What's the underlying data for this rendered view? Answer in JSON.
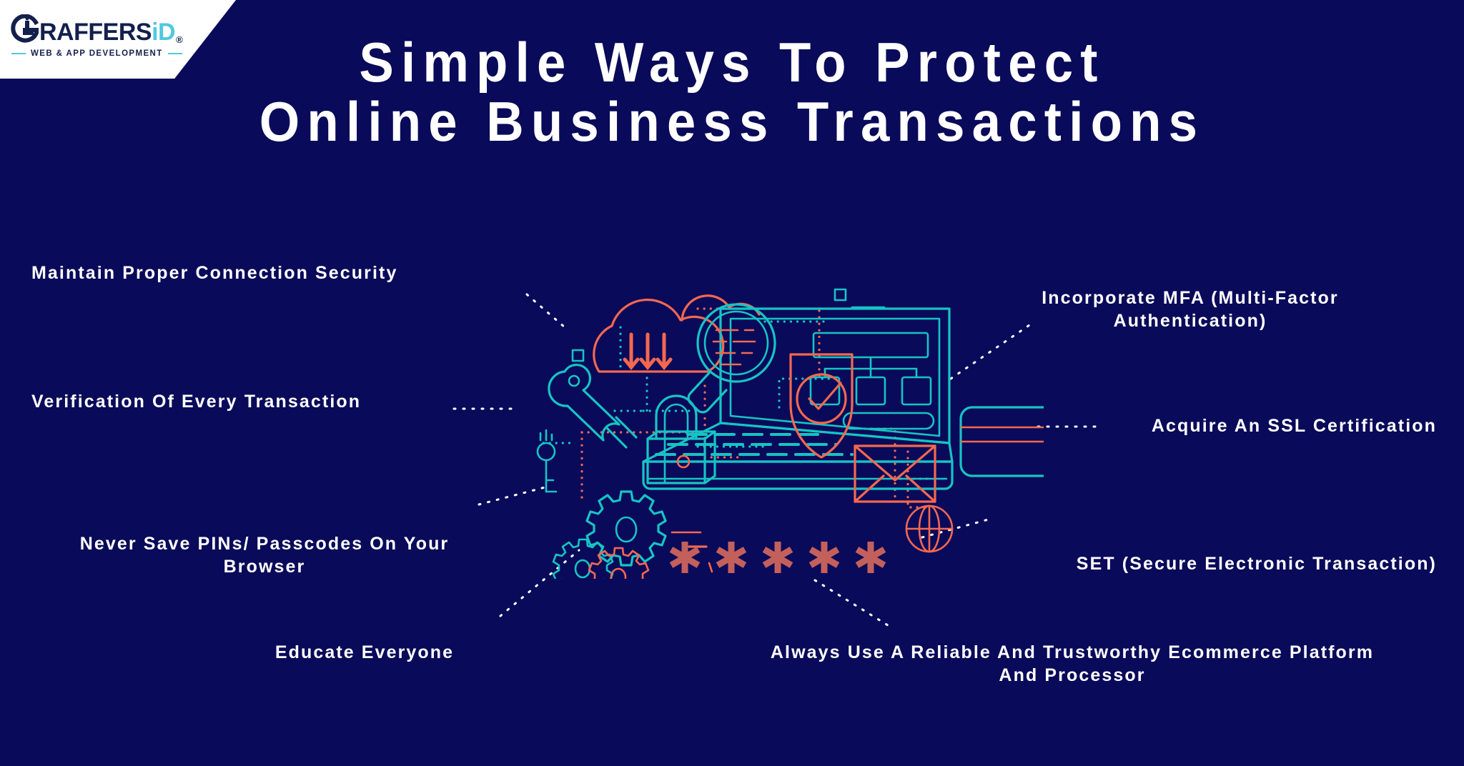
{
  "page": {
    "background_color": "#0a0a5a",
    "text_color": "#ffffff",
    "accent_teal": "#16c4c4",
    "accent_coral": "#f4684f",
    "accent_muted_coral": "#c4605c"
  },
  "logo": {
    "mark_icon": "graffersid-g-mark-icon",
    "name_primary": "RAFFERS",
    "name_secondary": "iD",
    "registered_mark": "®",
    "tagline": "WEB & APP DEVELOPMENT",
    "brand_navy": "#13204c",
    "brand_cyan": "#4fc8e0"
  },
  "title": {
    "line1": "Simple Ways To Protect",
    "line2": "Online Business Transactions"
  },
  "callouts": [
    {
      "id": "maintain-proper-connection-security",
      "text": "Maintain Proper Connection Security",
      "side": "left",
      "align": "left"
    },
    {
      "id": "verification-of-every-transaction",
      "text": "Verification Of Every Transaction",
      "side": "left",
      "align": "left"
    },
    {
      "id": "never-save-pins-passcodes",
      "text": "Never Save PINs/ Passcodes On Your Browser",
      "side": "left",
      "align": "center"
    },
    {
      "id": "educate-everyone",
      "text": "Educate Everyone",
      "side": "left",
      "align": "center"
    },
    {
      "id": "incorporate-mfa",
      "text": "Incorporate MFA (Multi-Factor Authentication)",
      "side": "right",
      "align": "center"
    },
    {
      "id": "acquire-an-ssl-certification",
      "text": "Acquire An SSL Certification",
      "side": "right",
      "align": "right"
    },
    {
      "id": "set-secure-electronic-transaction",
      "text": "SET (Secure Electronic Transaction)",
      "side": "right",
      "align": "right"
    },
    {
      "id": "reliable-ecommerce-platform",
      "text": "Always Use A Reliable And Trustworthy Ecommerce Platform And Processor",
      "side": "right",
      "align": "center"
    }
  ],
  "illustration": {
    "name": "online-transaction-security-illustration",
    "elements": [
      "laptop-icon",
      "cloud-download-icon",
      "magnifying-glass-icon",
      "shield-check-icon",
      "padlock-icon",
      "wrench-icon",
      "key-icon",
      "gear-icon",
      "envelope-icon",
      "globe-icon",
      "credit-card-icon",
      "password-asterisks"
    ],
    "password_mask": "* * * * *",
    "asterisk_count": 5
  }
}
